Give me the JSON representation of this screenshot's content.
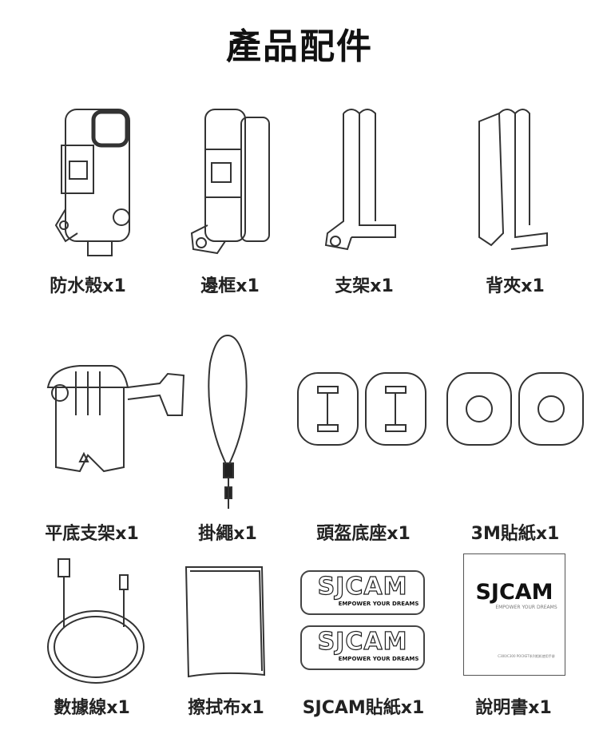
{
  "title": "產品配件",
  "items": [
    {
      "label": "防水殼x1",
      "icon": "waterproof-case"
    },
    {
      "label": "邊框x1",
      "icon": "frame"
    },
    {
      "label": "支架x1",
      "icon": "bracket"
    },
    {
      "label": "背夾x1",
      "icon": "back-clip"
    },
    {
      "label": "平底支架x1",
      "icon": "flat-mount"
    },
    {
      "label": "掛繩x1",
      "icon": "lanyard"
    },
    {
      "label": "頭盔底座x1",
      "icon": "helmet-mount"
    },
    {
      "label": "3M貼紙x1",
      "icon": "3m-sticker"
    },
    {
      "label": "數據線x1",
      "icon": "usb-cable"
    },
    {
      "label": "擦拭布x1",
      "icon": "cleaning-cloth"
    },
    {
      "label": "SJCAM貼紙x1",
      "icon": "sjcam-sticker"
    },
    {
      "label": "說明書x1",
      "icon": "manual"
    }
  ],
  "brand": {
    "logo": "SJCAM",
    "slogan": "EMPOWER YOUR DREAMS",
    "manual_subtitle": "C300/C300 POCKET系列相机使用手册",
    "accent": "#d42a2a"
  }
}
